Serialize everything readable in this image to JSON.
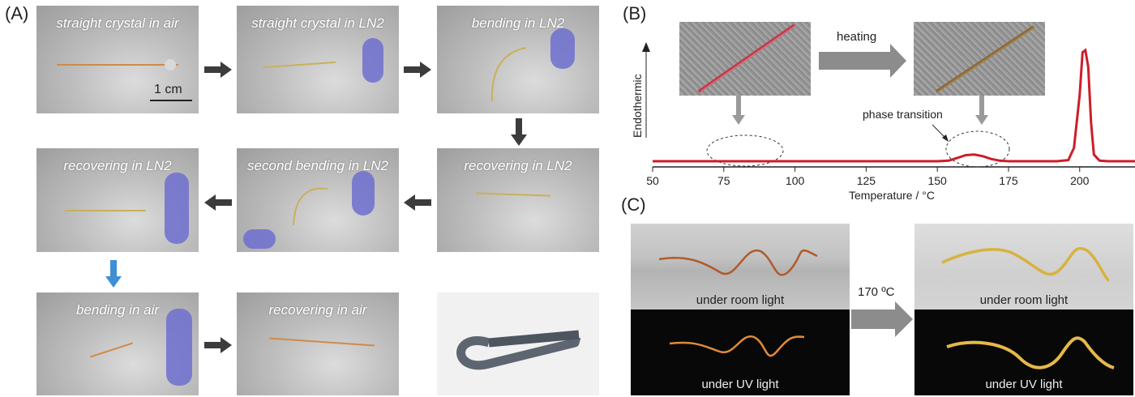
{
  "panel_labels": {
    "a": "(A)",
    "b": "(B)",
    "c": "(C)"
  },
  "panel_a": {
    "captions": [
      "straight crystal in air",
      "straight crystal in LN2",
      "bending in LN2",
      "recovering  in LN2",
      "second bending in LN2",
      "recovering  in LN2",
      "bending in air",
      "recovering  in air"
    ],
    "scale_bar": "1 cm"
  },
  "panel_b": {
    "heating_label": "heating",
    "annotation": "phase transition",
    "chart_data": {
      "type": "line",
      "xlabel": "Temperature / °C",
      "ylabel": "Endothermic",
      "xlim": [
        50,
        220
      ],
      "x_ticks": [
        50,
        75,
        100,
        125,
        150,
        175,
        200
      ],
      "series_color": "#cc1e2a",
      "points": [
        [
          50,
          0.0
        ],
        [
          60,
          0.0
        ],
        [
          70,
          0.0
        ],
        [
          80,
          0.0
        ],
        [
          90,
          0.0
        ],
        [
          100,
          0.0
        ],
        [
          110,
          0.0
        ],
        [
          120,
          0.0
        ],
        [
          130,
          0.0
        ],
        [
          140,
          0.0
        ],
        [
          150,
          0.0
        ],
        [
          154,
          0.005
        ],
        [
          157,
          0.03
        ],
        [
          160,
          0.055
        ],
        [
          163,
          0.06
        ],
        [
          166,
          0.045
        ],
        [
          169,
          0.02
        ],
        [
          172,
          0.005
        ],
        [
          175,
          0.0
        ],
        [
          185,
          0.0
        ],
        [
          192,
          0.0
        ],
        [
          196,
          0.01
        ],
        [
          198,
          0.12
        ],
        [
          200,
          0.6
        ],
        [
          201,
          0.98
        ],
        [
          202,
          1.0
        ],
        [
          203,
          0.85
        ],
        [
          204,
          0.35
        ],
        [
          205,
          0.06
        ],
        [
          207,
          0.005
        ],
        [
          210,
          0.0
        ],
        [
          220,
          0.0
        ]
      ]
    }
  },
  "panel_c": {
    "temp_label": "170 ºC",
    "room_light": "under room light",
    "uv_light": "under UV light"
  },
  "colors": {
    "curve": "#cc1e2a",
    "arrow_gray": "#8c8c8c",
    "arrow_dark": "#3c3c3c",
    "arrow_blue": "#3d8fd6"
  }
}
